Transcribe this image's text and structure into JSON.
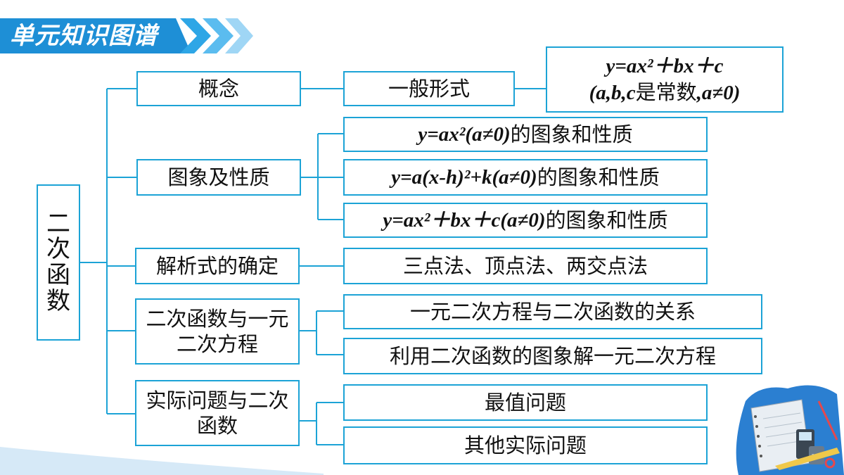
{
  "header": {
    "title": "单元知识图谱"
  },
  "root": {
    "label": "二次函数"
  },
  "branches": [
    {
      "label": "概念"
    },
    {
      "label": "图象及性质"
    },
    {
      "label": "解析式的确定"
    },
    {
      "label": "二次函数与一元二次方程"
    },
    {
      "label": "实际问题与二次函数"
    }
  ],
  "leaves": {
    "general_form": "一般形式",
    "general_formula_line1": "y=ax²＋bx＋c",
    "general_formula_line2_a": "(a,b,c",
    "general_formula_line2_b": "是常数",
    "general_formula_line2_c": ",a≠0)",
    "graph1_formula": "y=ax²(a≠0)",
    "graph2_formula": "y=a(x-h)²+k(a≠0)",
    "graph3_formula": "y=ax²＋bx＋c(a≠0)",
    "graph_suffix": "的图象和性质",
    "methods": "三点法、顶点法、两交点法",
    "eq1": "一元二次方程与二次函数的关系",
    "eq2": "利用二次函数的图象解一元二次方程",
    "real1": "最值问题",
    "real2": "其他实际问题"
  },
  "colors": {
    "accent": "#1ca3d6",
    "banner": "#1e8fd6",
    "deco": "#d6e9f7"
  }
}
